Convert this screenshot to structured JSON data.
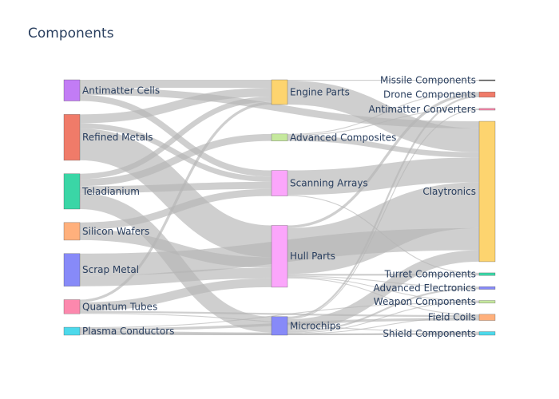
{
  "chart_data": {
    "type": "sankey",
    "title": "Components",
    "nodes": [
      {
        "id": "antimatter_cells",
        "label": "Antimatter Cells",
        "color": "#c27cf5"
      },
      {
        "id": "refined_metals",
        "label": "Refined Metals",
        "color": "#f07b69"
      },
      {
        "id": "teladianium",
        "label": "Teladianium",
        "color": "#3ad6a6"
      },
      {
        "id": "silicon_wafers",
        "label": "Silicon Wafers",
        "color": "#ffb07c"
      },
      {
        "id": "scrap_metal",
        "label": "Scrap Metal",
        "color": "#878af8"
      },
      {
        "id": "quantum_tubes",
        "label": "Quantum Tubes",
        "color": "#fc88ad"
      },
      {
        "id": "plasma_conductors",
        "label": "Plasma Conductors",
        "color": "#4dd9eb"
      },
      {
        "id": "engine_parts",
        "label": "Engine Parts",
        "color": "#fdd46f"
      },
      {
        "id": "advanced_composites",
        "label": "Advanced Composites",
        "color": "#c5e89d"
      },
      {
        "id": "scanning_arrays",
        "label": "Scanning Arrays",
        "color": "#fba6fb"
      },
      {
        "id": "hull_parts",
        "label": "Hull Parts",
        "color": "#fba6fb"
      },
      {
        "id": "microchips",
        "label": "Microchips",
        "color": "#878af8"
      },
      {
        "id": "missile_components",
        "label": "Missile Components",
        "color": "#555555"
      },
      {
        "id": "drone_components",
        "label": "Drone Components",
        "color": "#f07b69"
      },
      {
        "id": "antimatter_converters",
        "label": "Antimatter Converters",
        "color": "#fc88ad"
      },
      {
        "id": "claytronics",
        "label": "Claytronics",
        "color": "#fdd46f"
      },
      {
        "id": "turret_components",
        "label": "Turret Components",
        "color": "#3ad6a6"
      },
      {
        "id": "advanced_electronics",
        "label": "Advanced Electronics",
        "color": "#878af8"
      },
      {
        "id": "weapon_components",
        "label": "Weapon Components",
        "color": "#c5e89d"
      },
      {
        "id": "field_coils",
        "label": "Field Coils",
        "color": "#ffb07c"
      },
      {
        "id": "shield_components",
        "label": "Shield Components",
        "color": "#4dd9eb"
      }
    ],
    "links": [
      {
        "source": "antimatter_cells",
        "target": "engine_parts",
        "value": 9
      },
      {
        "source": "antimatter_cells",
        "target": "scanning_arrays",
        "value": 7
      },
      {
        "source": "antimatter_cells",
        "target": "claytronics",
        "value": 8
      },
      {
        "source": "refined_metals",
        "target": "engine_parts",
        "value": 10
      },
      {
        "source": "refined_metals",
        "target": "scanning_arrays",
        "value": 6
      },
      {
        "source": "refined_metals",
        "target": "hull_parts",
        "value": 36
      },
      {
        "source": "teladianium",
        "target": "engine_parts",
        "value": 6
      },
      {
        "source": "teladianium",
        "target": "advanced_composites",
        "value": 8
      },
      {
        "source": "teladianium",
        "target": "scanning_arrays",
        "value": 8
      },
      {
        "source": "teladianium",
        "target": "microchips",
        "value": 18
      },
      {
        "source": "silicon_wafers",
        "target": "scanning_arrays",
        "value": 8
      },
      {
        "source": "silicon_wafers",
        "target": "hull_parts",
        "value": 12
      },
      {
        "source": "scrap_metal",
        "target": "hull_parts",
        "value": 12
      },
      {
        "source": "scrap_metal",
        "target": "claytronics",
        "value": 25
      },
      {
        "source": "quantum_tubes",
        "target": "engine_parts",
        "value": 3
      },
      {
        "source": "quantum_tubes",
        "target": "hull_parts",
        "value": 10
      },
      {
        "source": "quantum_tubes",
        "target": "field_coils",
        "value": 2
      },
      {
        "source": "quantum_tubes",
        "target": "shield_components",
        "value": 1
      },
      {
        "source": "plasma_conductors",
        "target": "microchips",
        "value": 3
      },
      {
        "source": "plasma_conductors",
        "target": "field_coils",
        "value": 3
      },
      {
        "source": "plasma_conductors",
        "target": "shield_components",
        "value": 2
      },
      {
        "source": "plasma_conductors",
        "target": "weapon_components",
        "value": 1
      },
      {
        "source": "engine_parts",
        "target": "missile_components",
        "value": 1
      },
      {
        "source": "engine_parts",
        "target": "claytronics",
        "value": 27
      },
      {
        "source": "advanced_composites",
        "target": "drone_components",
        "value": 1
      },
      {
        "source": "advanced_composites",
        "target": "antimatter_converters",
        "value": 1
      },
      {
        "source": "advanced_composites",
        "target": "claytronics",
        "value": 6
      },
      {
        "source": "scanning_arrays",
        "target": "turret_components",
        "value": 1
      },
      {
        "source": "scanning_arrays",
        "target": "claytronics",
        "value": 28
      },
      {
        "source": "hull_parts",
        "target": "drone_components",
        "value": 3
      },
      {
        "source": "hull_parts",
        "target": "claytronics",
        "value": 52
      },
      {
        "source": "hull_parts",
        "target": "turret_components",
        "value": 2
      },
      {
        "source": "hull_parts",
        "target": "weapon_components",
        "value": 1
      },
      {
        "source": "hull_parts",
        "target": "advanced_electronics",
        "value": 1
      },
      {
        "source": "hull_parts",
        "target": "field_coils",
        "value": 1
      },
      {
        "source": "microchips",
        "target": "drone_components",
        "value": 2
      },
      {
        "source": "microchips",
        "target": "antimatter_converters",
        "value": 1
      },
      {
        "source": "microchips",
        "target": "claytronics",
        "value": 13
      },
      {
        "source": "microchips",
        "target": "advanced_electronics",
        "value": 2
      },
      {
        "source": "microchips",
        "target": "weapon_components",
        "value": 1
      },
      {
        "source": "microchips",
        "target": "field_coils",
        "value": 1
      },
      {
        "source": "microchips",
        "target": "shield_components",
        "value": 1
      }
    ]
  }
}
